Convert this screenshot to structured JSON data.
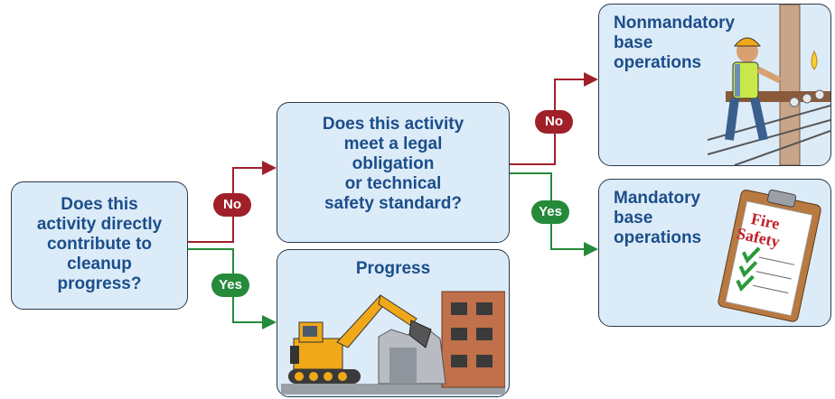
{
  "q1": {
    "text": "Does this\nactivity directly\ncontribute to\ncleanup\nprogress?"
  },
  "q2": {
    "text": "Does this activity\nmeet a legal\nobligation\nor technical\nsafety standard?"
  },
  "progress": {
    "title": "Progress"
  },
  "nonmandatory": {
    "title": "Nonmandatory\nbase\noperations"
  },
  "mandatory": {
    "title": "Mandatory\nbase\noperations"
  },
  "branches": {
    "q1_no": "No",
    "q1_yes": "Yes",
    "q2_no": "No",
    "q2_yes": "Yes"
  },
  "clipboard": {
    "line1": "Fire",
    "line2": "Safety"
  },
  "colors": {
    "no": "#a0202a",
    "yes": "#258a3a",
    "box_fill": "#dcebf8",
    "text": "#1b4e8a"
  }
}
